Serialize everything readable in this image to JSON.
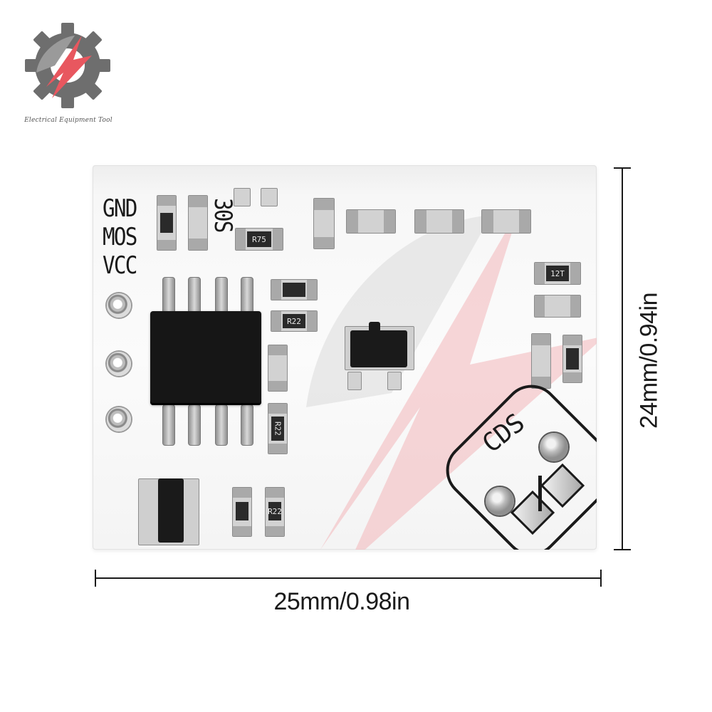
{
  "brand": {
    "text": "Electrical Equipment Tool",
    "logo": "gear-bolt-logo",
    "colors": {
      "gear": "#6e6e6e",
      "accent": "#e8575f"
    }
  },
  "board": {
    "pin_labels": [
      "GND",
      "MOS",
      "VCC"
    ],
    "marking_30s": "30S",
    "sensor_label": "CDS",
    "component_codes": {
      "c1": "R75",
      "c2": "12T",
      "c3": "R22",
      "c4": "R22",
      "c5": "R22"
    },
    "colors": {
      "board": "#f8f8f8",
      "silkscreen": "#1a1a1a",
      "component": "#1a1a1a",
      "pad": "#bdbdbd"
    }
  },
  "dimensions": {
    "width": "25mm/0.98in",
    "height": "24mm/0.94in"
  }
}
